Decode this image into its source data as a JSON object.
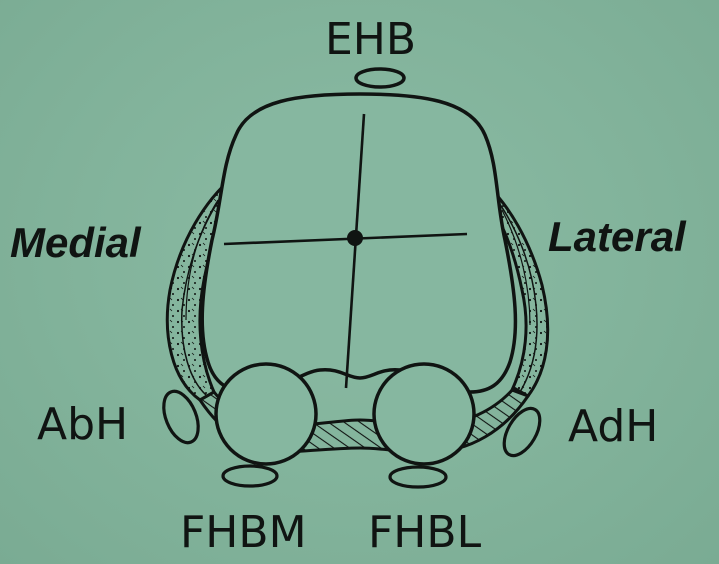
{
  "labels": {
    "ehb": "EHB",
    "medial": "Medial",
    "lateral": "Lateral",
    "abh": "AbH",
    "adh": "AdH",
    "fhbm": "FHBM",
    "fhbl": "FHBL"
  },
  "colors": {
    "background": "#84b49d",
    "ink": "#101412"
  }
}
